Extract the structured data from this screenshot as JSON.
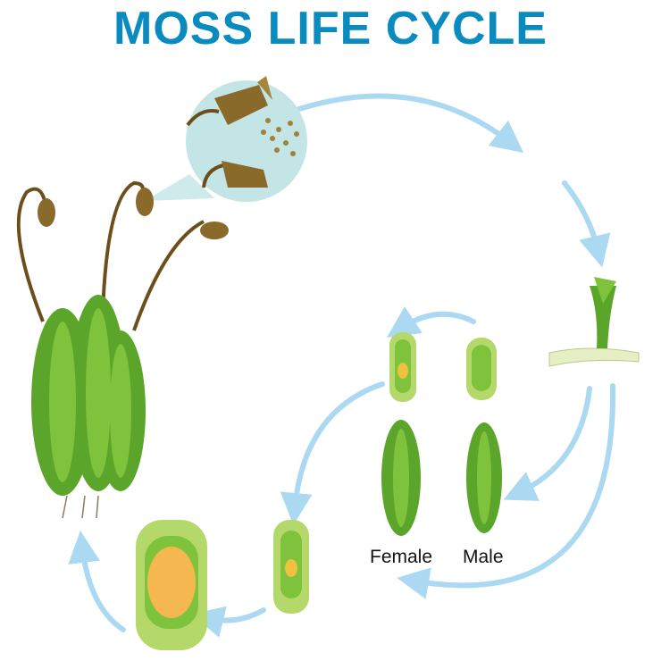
{
  "title": "MOSS LIFE CYCLE",
  "labels": {
    "female": "Female",
    "male": "Male"
  },
  "colors": {
    "title": "#0a8bc0",
    "arrow": "#acd9f2",
    "leaf": "#5aa52a",
    "capsule": "#8a6a2a",
    "magnifier": "#c3e5e6"
  }
}
